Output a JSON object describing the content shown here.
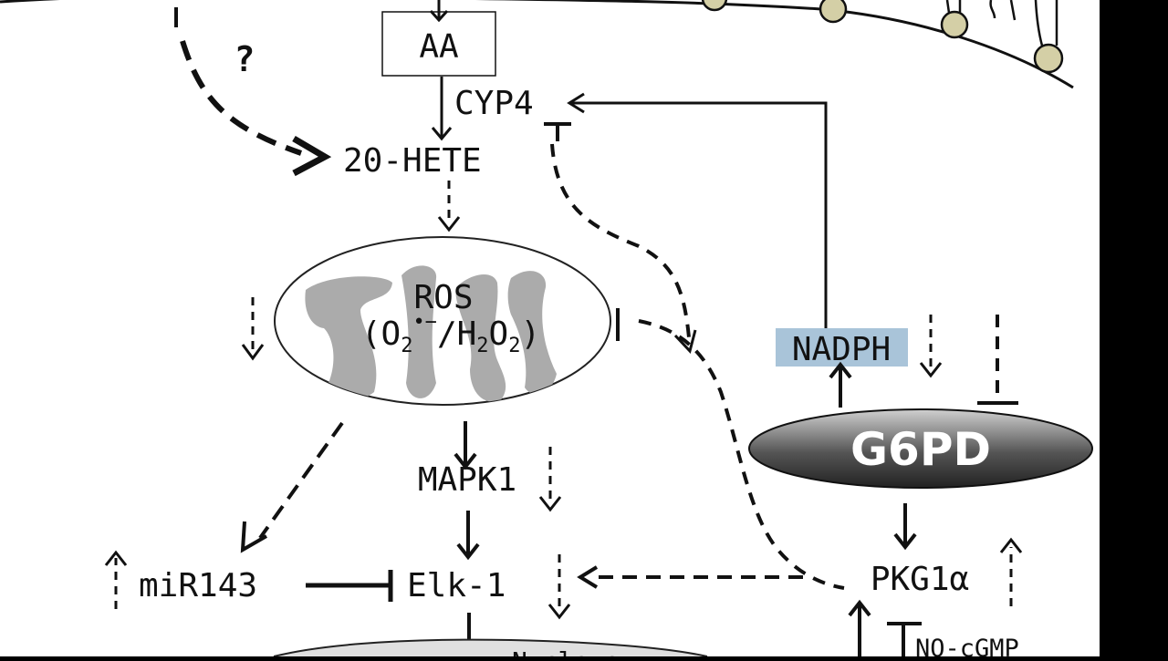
{
  "diagram": {
    "nodes": {
      "aa": "AA",
      "cyp4": "CYP4",
      "hete": "20-HETE",
      "question": "?",
      "ros": "ROS",
      "ros_formula": {
        "open": "(O",
        "sub1": "2",
        "radical": "•−",
        "slash": "/H",
        "sub2": "2",
        "o": "O",
        "sub3": "2",
        "close": ")"
      },
      "nadph": "NADPH",
      "g6pd": "G6PD",
      "mapk1": "MAPK1",
      "mir143": "miR143",
      "elk1": "Elk-1",
      "pkg1a": "PKG1α",
      "no_cgmp": "NO-cGMP",
      "nucleus": "Nucleus"
    },
    "colors": {
      "background": "#ffffff",
      "frame": "#000000",
      "nadph_highlight": "#a9c4d9",
      "mito_fill": "#ababab",
      "lipid_head": "#d4cfa6",
      "g6pd_dark": "#2d2d2d",
      "g6pd_light": "#bdbdbd"
    }
  }
}
